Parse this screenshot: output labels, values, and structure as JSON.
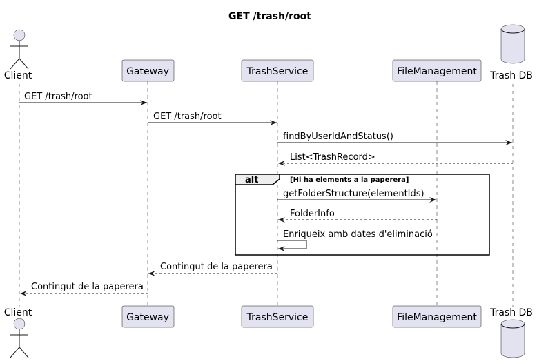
{
  "title": "GET /trash/root",
  "participants": [
    {
      "id": "client",
      "label": "Client",
      "kind": "actor"
    },
    {
      "id": "gateway",
      "label": "Gateway",
      "kind": "participant"
    },
    {
      "id": "trash",
      "label": "TrashService",
      "kind": "participant"
    },
    {
      "id": "fm",
      "label": "FileManagement",
      "kind": "participant"
    },
    {
      "id": "db",
      "label": "Trash DB",
      "kind": "database"
    }
  ],
  "messages": [
    {
      "from": "client",
      "to": "gateway",
      "label": "GET /trash/root",
      "style": "solid"
    },
    {
      "from": "gateway",
      "to": "trash",
      "label": "GET /trash/root",
      "style": "solid"
    },
    {
      "from": "trash",
      "to": "db",
      "label": "findByUserIdAndStatus()",
      "style": "solid"
    },
    {
      "from": "db",
      "to": "trash",
      "label": "List<TrashRecord>",
      "style": "dashed"
    },
    {
      "from": "trash",
      "to": "fm",
      "label": "getFolderStructure(elementIds)",
      "style": "solid"
    },
    {
      "from": "fm",
      "to": "trash",
      "label": "FolderInfo",
      "style": "dashed"
    },
    {
      "from": "trash",
      "to": "trash",
      "label": "Enriqueix amb dates d'eliminació",
      "style": "solid"
    },
    {
      "from": "trash",
      "to": "gateway",
      "label": "Contingut de la paperera",
      "style": "dashed"
    },
    {
      "from": "gateway",
      "to": "client",
      "label": "Contingut de la paperera",
      "style": "dashed"
    }
  ],
  "alt_fragment": {
    "keyword": "alt",
    "condition": "[Hi ha elements a la paperera]"
  },
  "colors": {
    "participant_fill": "#e2e2f0",
    "line": "#181818"
  }
}
